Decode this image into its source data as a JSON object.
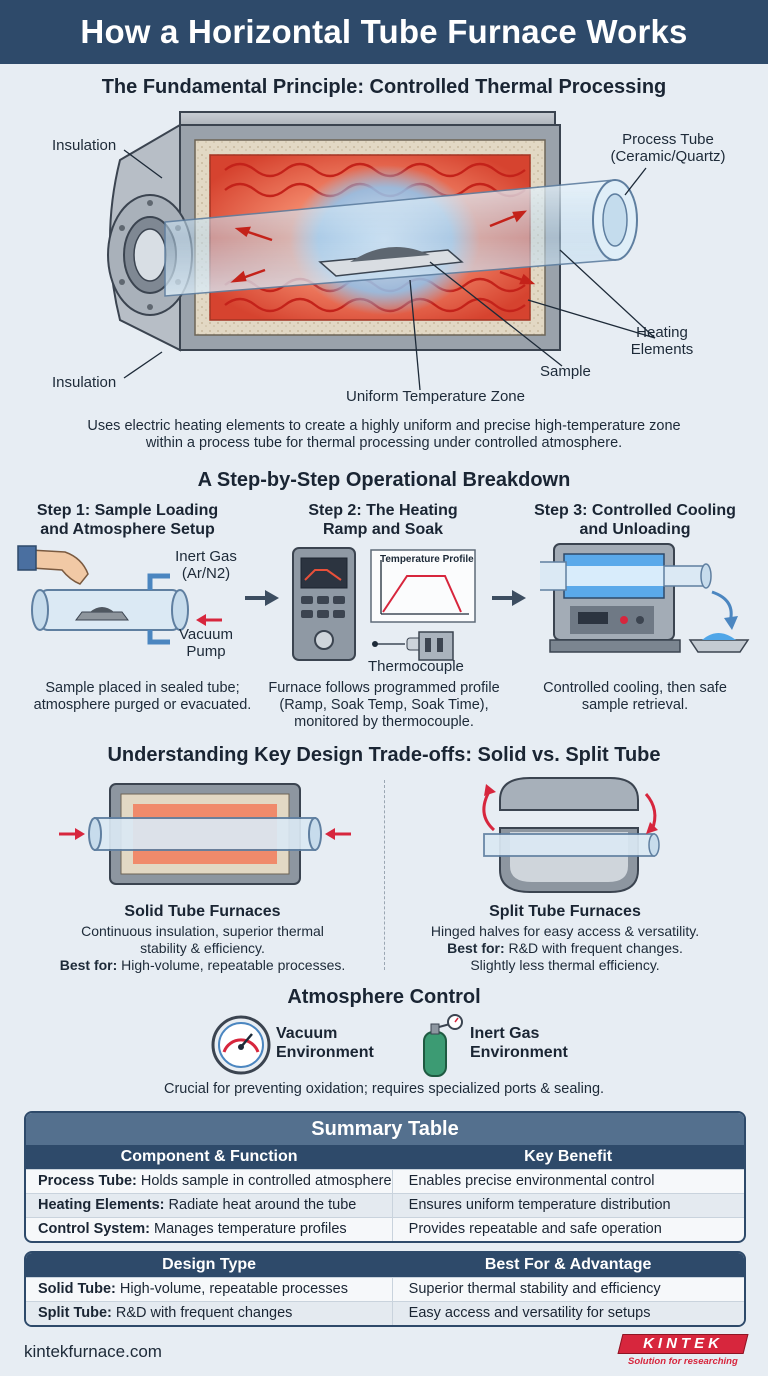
{
  "title": "How a Horizontal Tube Furnace Works",
  "principle": {
    "heading": "The Fundamental Principle: Controlled Thermal Processing",
    "labels": {
      "insulation_top": "Insulation",
      "insulation_bottom": "Insulation",
      "process_tube_1": "Process Tube",
      "process_tube_2": "(Ceramic/Quartz)",
      "heating_1": "Heating",
      "heating_2": "Elements",
      "sample": "Sample",
      "uniform_zone": "Uniform Temperature Zone"
    },
    "caption_1": "Uses electric heating elements to create a highly uniform and precise high-temperature zone",
    "caption_2": "within a process tube for thermal processing under controlled atmosphere."
  },
  "steps": {
    "heading": "A Step-by-Step Operational Breakdown",
    "items": [
      {
        "title_1": "Step 1: Sample Loading",
        "title_2": "and Atmosphere Setup",
        "desc_1": "Sample placed in sealed tube;",
        "desc_2": "atmosphere purged or evacuated.",
        "gas_1": "Inert Gas",
        "gas_2": "(Ar/N2)",
        "vac_1": "Vacuum",
        "vac_2": "Pump"
      },
      {
        "title_1": "Step 2: The Heating",
        "title_2": "Ramp and Soak",
        "desc_1": "Furnace follows programmed profile",
        "desc_2": "(Ramp, Soak Temp, Soak Time),",
        "desc_3": "monitored by thermocouple.",
        "profile_label": "Temperature Profile",
        "thermocouple": "Thermocouple"
      },
      {
        "title_1": "Step 3: Controlled Cooling",
        "title_2": "and Unloading",
        "desc_1": "Controlled cooling, then safe",
        "desc_2": "sample retrieval."
      }
    ]
  },
  "tradeoffs": {
    "heading": "Understanding Key Design Trade-offs: Solid vs. Split Tube",
    "solid": {
      "title": "Solid Tube Furnaces",
      "line_1": "Continuous insulation, superior thermal",
      "line_2": "stability & efficiency.",
      "best_label": "Best for:",
      "best_text": " High-volume, repeatable processes."
    },
    "split": {
      "title": "Split Tube Furnaces",
      "line_1": "Hinged halves for easy access & versatility.",
      "best_label": "Best for:",
      "best_text": " R&D with frequent changes.",
      "line_3": "Slightly less thermal efficiency."
    }
  },
  "atmosphere": {
    "heading": "Atmosphere Control",
    "vacuum_1": "Vacuum",
    "vacuum_2": "Environment",
    "inert_1": "Inert Gas",
    "inert_2": "Environment",
    "caption": "Crucial for preventing oxidation; requires specialized ports & sealing."
  },
  "summary_table": {
    "caption": "Summary Table",
    "headers": [
      "Component & Function",
      "Key Benefit"
    ],
    "rows": [
      {
        "bold": "Process Tube:",
        "text": " Holds sample in controlled atmosphere",
        "benefit": "Enables precise environmental control"
      },
      {
        "bold": "Heating Elements:",
        "text": " Radiate heat around the tube",
        "benefit": "Ensures uniform temperature distribution"
      },
      {
        "bold": "Control System:",
        "text": " Manages temperature profiles",
        "benefit": "Provides repeatable and safe operation"
      }
    ]
  },
  "design_table": {
    "headers": [
      "Design Type",
      "Best For & Advantage"
    ],
    "rows": [
      {
        "bold": "Solid Tube:",
        "text": " High-volume, repeatable processes",
        "benefit": "Superior thermal stability and efficiency"
      },
      {
        "bold": "Split Tube:",
        "text": " R&D with frequent changes",
        "benefit": "Easy access and versatility for setups"
      }
    ]
  },
  "footer": {
    "website": "kintekfurnace.com",
    "logo": "KINTEK",
    "tagline": "Solution for researching"
  },
  "colors": {
    "banner": "#2e4a6a",
    "background": "#e7edf3",
    "heat": "#e8503a",
    "accent_red": "#d7263d"
  }
}
